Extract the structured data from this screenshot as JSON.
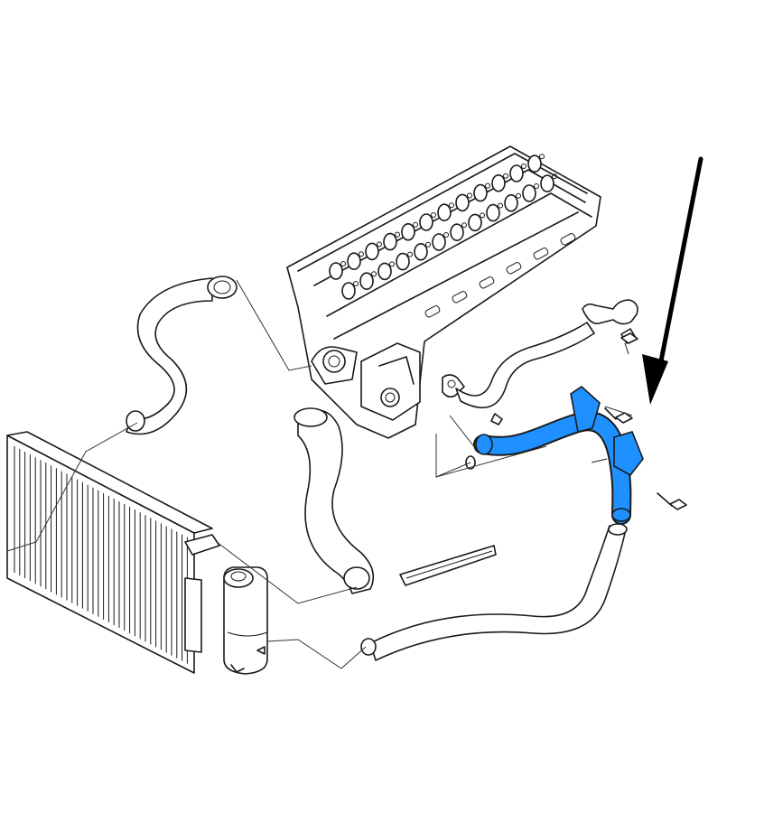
{
  "diagram": {
    "highlight_color": "#1e90ff",
    "line_color": "#1a1a1a",
    "background": "#ffffff",
    "parts": [
      {
        "name": "cylinder-head",
        "icon": "engine-cylinder-head"
      },
      {
        "name": "upper-radiator-hose",
        "icon": "hose"
      },
      {
        "name": "radiator",
        "icon": "radiator"
      },
      {
        "name": "thermostat-housing",
        "icon": "thermostat"
      },
      {
        "name": "engine-outlet-hose",
        "icon": "hose"
      },
      {
        "name": "coolant-pipe-highlighted",
        "icon": "pipe",
        "highlighted": true
      },
      {
        "name": "lower-radiator-hose",
        "icon": "hose"
      },
      {
        "name": "expansion-tank",
        "icon": "reservoir"
      },
      {
        "name": "cable-tie-strip",
        "icon": "strap"
      },
      {
        "name": "bolts",
        "icon": "bolt"
      },
      {
        "name": "o-ring",
        "icon": "seal"
      }
    ],
    "pointer_arrow": {
      "icon": "arrow-down",
      "target": "coolant-pipe-highlighted"
    }
  }
}
